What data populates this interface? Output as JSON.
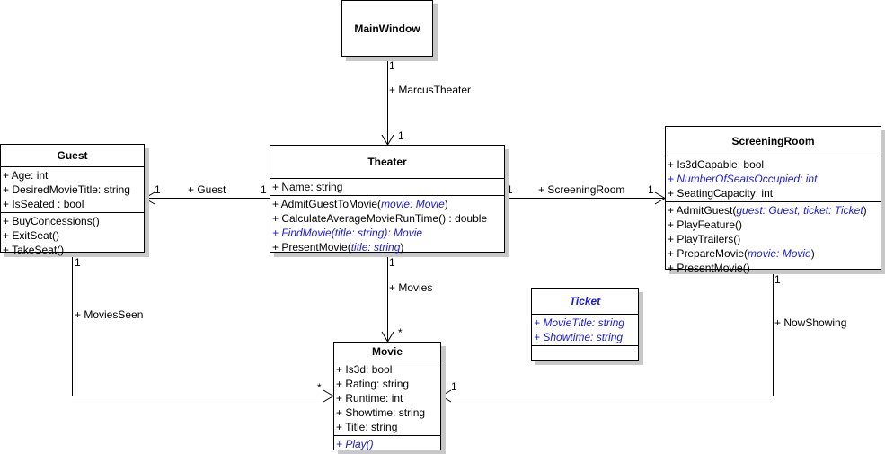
{
  "classes": {
    "mainwindow": {
      "name": "MainWindow",
      "attributes": [],
      "methods": []
    },
    "guest": {
      "name": "Guest",
      "attributes": [
        "+ Age: int",
        "+ DesiredMovieTitle: string",
        "+ IsSeated : bool"
      ],
      "methods": [
        "+ BuyConcessions()",
        "+ ExitSeat()",
        "+ TakeSeat()"
      ]
    },
    "theater": {
      "name": "Theater",
      "attributes": [
        "+ Name: string"
      ],
      "methods": [
        {
          "prefix": "+ AdmitGuestToMovie(",
          "italic": "movie: Movie",
          "suffix": ")"
        },
        {
          "prefix": "+ CalculateAverageMovieRunTime() : double",
          "italic": "",
          "suffix": ""
        },
        {
          "prefix": "",
          "italic": "+ FindMovie(title: string): Movie",
          "suffix": ""
        },
        {
          "prefix": "+ PresentMovie(",
          "italic": "title: string",
          "suffix": ")"
        }
      ]
    },
    "screeningroom": {
      "name": "ScreeningRoom",
      "attributes": [
        {
          "prefix": "+ Is3dCapable: bool",
          "italic": "",
          "suffix": ""
        },
        {
          "prefix": "",
          "italic": "+ NumberOfSeatsOccupied: int",
          "suffix": ""
        },
        {
          "prefix": "+ SeatingCapacity: int",
          "italic": "",
          "suffix": ""
        }
      ],
      "methods": [
        {
          "prefix": "+ AdmitGuest(",
          "italic": "guest: Guest, ticket: Ticket",
          "suffix": ")"
        },
        {
          "prefix": "+ PlayFeature()",
          "italic": "",
          "suffix": ""
        },
        {
          "prefix": "+ PlayTrailers()",
          "italic": "",
          "suffix": ""
        },
        {
          "prefix": "+ PrepareMovie(",
          "italic": "movie: Movie",
          "suffix": ")"
        },
        {
          "prefix": "+ PresentMovie()",
          "italic": "",
          "suffix": ""
        }
      ]
    },
    "movie": {
      "name": "Movie",
      "attributes": [
        "+ Is3d: bool",
        "+ Rating: string",
        "+ Runtime: int",
        "+ Showtime: string",
        "+ Title: string"
      ],
      "methods": [
        "+ Play()"
      ]
    },
    "ticket": {
      "name": "Ticket",
      "attributes": [
        "+ MovieTitle: string",
        "+ Showtime: string"
      ],
      "methods": []
    }
  },
  "associations": {
    "mainwindow_theater": {
      "role": "+ MarcusTheater",
      "source_mult": "1",
      "target_mult": "1"
    },
    "theater_guest": {
      "role": "+ Guest",
      "source_mult": "1",
      "target_mult": "1"
    },
    "theater_screeningroom": {
      "role": "+ ScreeningRoom",
      "source_mult": "1",
      "target_mult": "1"
    },
    "theater_movie": {
      "role": "+ Movies",
      "source_mult": "1",
      "target_mult": "*"
    },
    "guest_movie": {
      "role": "+ MoviesSeen",
      "source_mult": "1",
      "target_mult": "*"
    },
    "screeningroom_movie": {
      "role": "+ NowShowing",
      "source_mult": "1",
      "target_mult": "1"
    }
  },
  "colors": {
    "abstract_text": "#1a1ad6",
    "shadow": "#c8c8c8"
  }
}
